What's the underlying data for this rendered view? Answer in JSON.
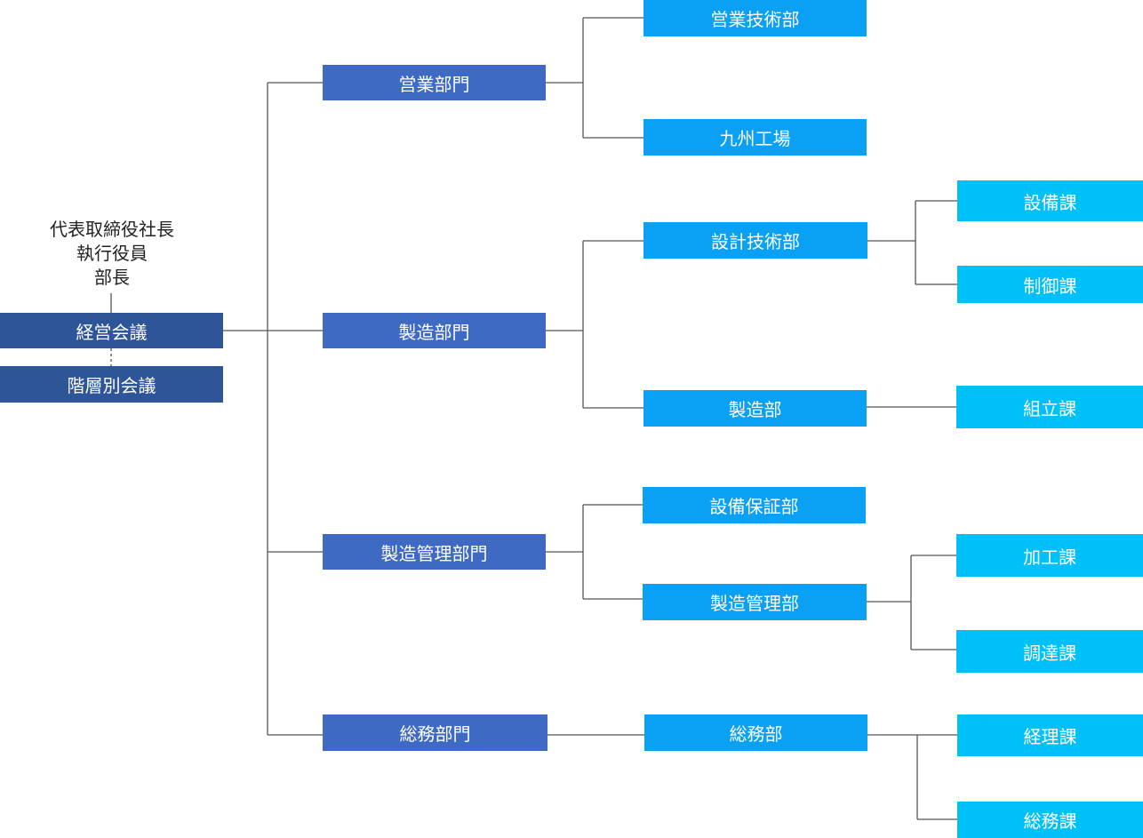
{
  "colors": {
    "top_level": "#2e5597",
    "division": "#3f6ac4",
    "department": "#0aa0f3",
    "section": "#00c0f9"
  },
  "executives": [
    "代表取締役社長",
    "執行役員",
    "部長"
  ],
  "top": {
    "management_meeting": "経営会議",
    "tier_meeting": "階層別会議"
  },
  "divisions": {
    "sales": "営業部門",
    "manufacturing": "製造部門",
    "mfg_management": "製造管理部門",
    "general_affairs": "総務部門"
  },
  "departments": {
    "sales_engineering": "営業技術部",
    "kyushu_factory": "九州工場",
    "design_engineering": "設計技術部",
    "manufacturing": "製造部",
    "equipment_assurance": "設備保証部",
    "mfg_management": "製造管理部",
    "general_affairs": "総務部"
  },
  "sections": {
    "equipment": "設備課",
    "control": "制御課",
    "assembly": "組立課",
    "processing": "加工課",
    "procurement": "調達課",
    "accounting": "経理課",
    "general_affairs": "総務課"
  }
}
